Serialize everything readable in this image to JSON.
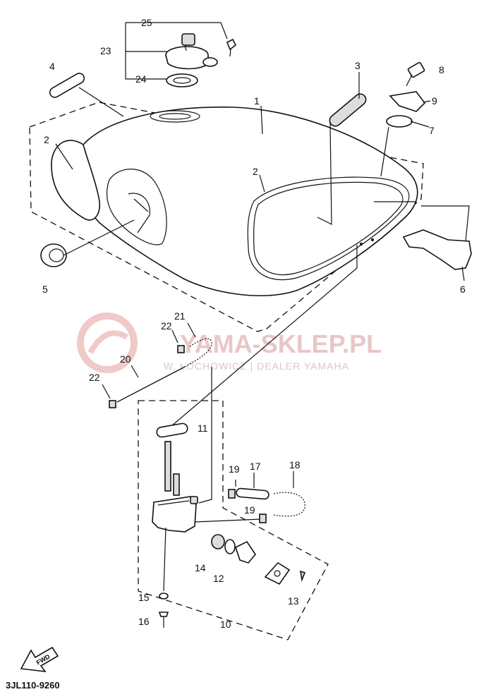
{
  "diagram": {
    "code": "3JL110-9260",
    "fwd_arrow_label": "FWD",
    "watermark": {
      "title": "YAMA-SKLEP.PL",
      "subtitle": "W. ŁOCHOWICZ | DEALER YAMAHA"
    },
    "callouts": {
      "n1": "1",
      "n2a": "2",
      "n2b": "2",
      "n3": "3",
      "n4": "4",
      "n5": "5",
      "n6": "6",
      "n7": "7",
      "n8": "8",
      "n9": "9",
      "n10": "10",
      "n11": "11",
      "n12": "12",
      "n13": "13",
      "n14": "14",
      "n15": "15",
      "n16": "16",
      "n17": "17",
      "n18": "18",
      "n19a": "19",
      "n19b": "19",
      "n20": "20",
      "n21": "21",
      "n22a": "22",
      "n22b": "22",
      "n23": "23",
      "n24": "24",
      "n25": "25"
    }
  }
}
